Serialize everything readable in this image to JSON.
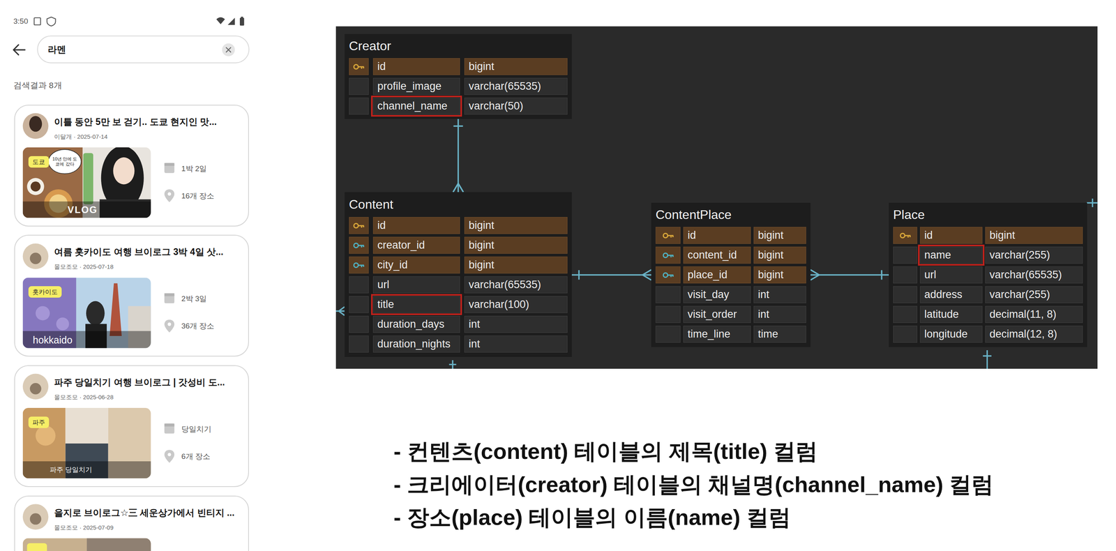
{
  "diagram": {
    "nodes": [
      {
        "text": [
          "라멘"
        ]
      },
      {
        "text": [
          "이틀 동안 5만 보 걷기.. 도쿄 현지인 맛...",
          "이달개 · 2025-07-14",
          "1박 2일",
          "16개 장소"
        ]
      },
      {
        "text": [
          "도쿄"
        ],
        "in": 1
      },
      {
        "text": [
          "여름 홋카이도 여행 브이로그 3박 4일 삿...",
          "몰모조모 · 2025-07-18",
          "2박 3일",
          "36개 장소"
        ]
      },
      {
        "text": [
          "홋카이도"
        ],
        "in": 3
      },
      {
        "text": [
          "파주 당일치기 여행 브이로그 | 갓성비 도...",
          "몰모조모 · 2025-06-28",
          "당일치기",
          "6개 장소"
        ]
      },
      {
        "text": [
          "파주"
        ],
        "in": 5
      },
      {
        "text": [
          "을지로 브이로그☆三 세운상가에서 빈티지 ...",
          "몰모조모 · 2025-07-09"
        ]
      },
      {
        "text": [
          "Creator",
          "id",
          "bigint",
          "profile_image",
          "varchar(65535)",
          "channel_name",
          "varchar(50)"
        ]
      },
      {
        "text": [
          "Content",
          "id",
          "bigint",
          "creator_id",
          "bigint",
          "city_id",
          "bigint",
          "url",
          "varchar(65535)",
          "title",
          "varchar(100)",
          "duration_days",
          "int",
          "duration_nights",
          "int"
        ]
      },
      {
        "text": [
          "ContentPlace",
          "id",
          "bigint",
          "content_id",
          "bigint",
          "place_id",
          "bigint",
          "visit_day",
          "int",
          "visit_order",
          "int",
          "time_line",
          "time"
        ]
      },
      {
        "text": [
          "Place",
          "id",
          "bigint",
          "name",
          "varchar(255)",
          "url",
          "varchar(65535)",
          "address",
          "varchar(255)",
          "latitude",
          "decimal(11, 8)",
          "longitude",
          "decimal(12, 8)"
        ]
      }
    ],
    "edges": [
      {
        "from": 8,
        "to": 9,
        "arrow": "to"
      },
      {
        "from": 9,
        "to": 10,
        "arrow": "to"
      },
      {
        "from": 11,
        "to": 10,
        "arrow": "to"
      }
    ],
    "labels": [
      "3:50",
      "검색결과 8개",
      "10년 만에 도쿄에 갔다",
      "VLOG",
      "hokkaido",
      "파주 당일치기",
      "- 컨텐츠(content) 테이블의 제목(title) 컬럼",
      "- 크리에이터(creator) 테이블의 채널명(channel_name) 컬럼",
      "- 장소(place) 테이블의 이름(name) 컬럼"
    ]
  }
}
